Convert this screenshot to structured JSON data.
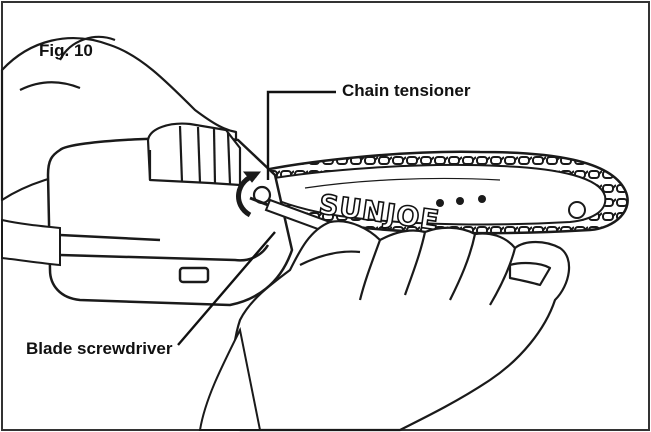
{
  "figure": {
    "label": "Fig. 10",
    "brand_text": "SUNJOE",
    "callouts": {
      "chain_tensioner": "Chain tensioner",
      "blade_screwdriver": "Blade screwdriver"
    },
    "colors": {
      "line": "#1a1a1a",
      "fill": "#ffffff",
      "border": "#333333"
    }
  }
}
